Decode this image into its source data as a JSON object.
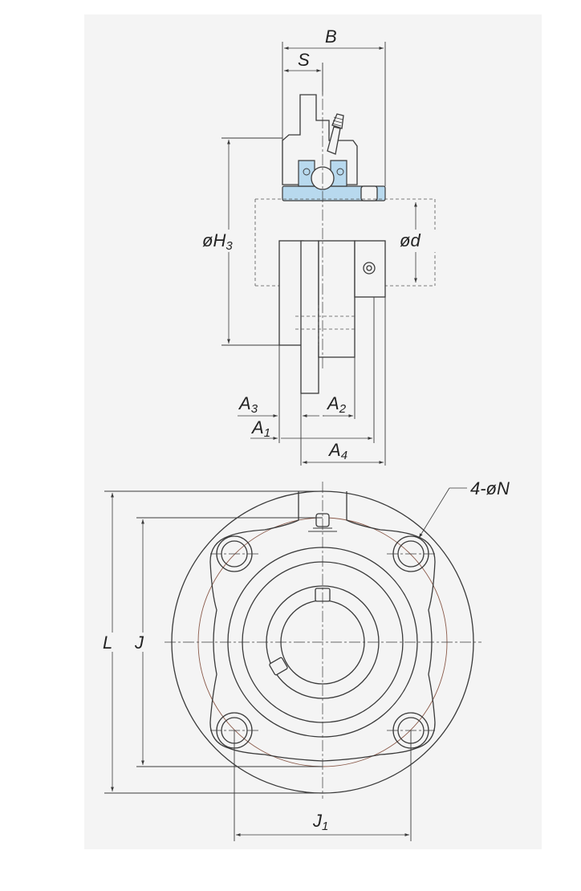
{
  "labels": {
    "B": "B",
    "S": "S",
    "H3_main": "øH",
    "H3_sub": "3",
    "d": "ød",
    "A3_main": "A",
    "A3_sub": "3",
    "A2_main": "A",
    "A2_sub": "2",
    "A1_main": "A",
    "A1_sub": "1",
    "A4_main": "A",
    "A4_sub": "4",
    "N": "4-øN",
    "L": "L",
    "J": "J",
    "J1_main": "J",
    "J1_sub": "1"
  },
  "colors": {
    "line": "#3a3a3a",
    "panel": "#f4f4f4",
    "bearing_fill": "#b8d9ee",
    "bolt_circle": "#8a5a4a"
  }
}
